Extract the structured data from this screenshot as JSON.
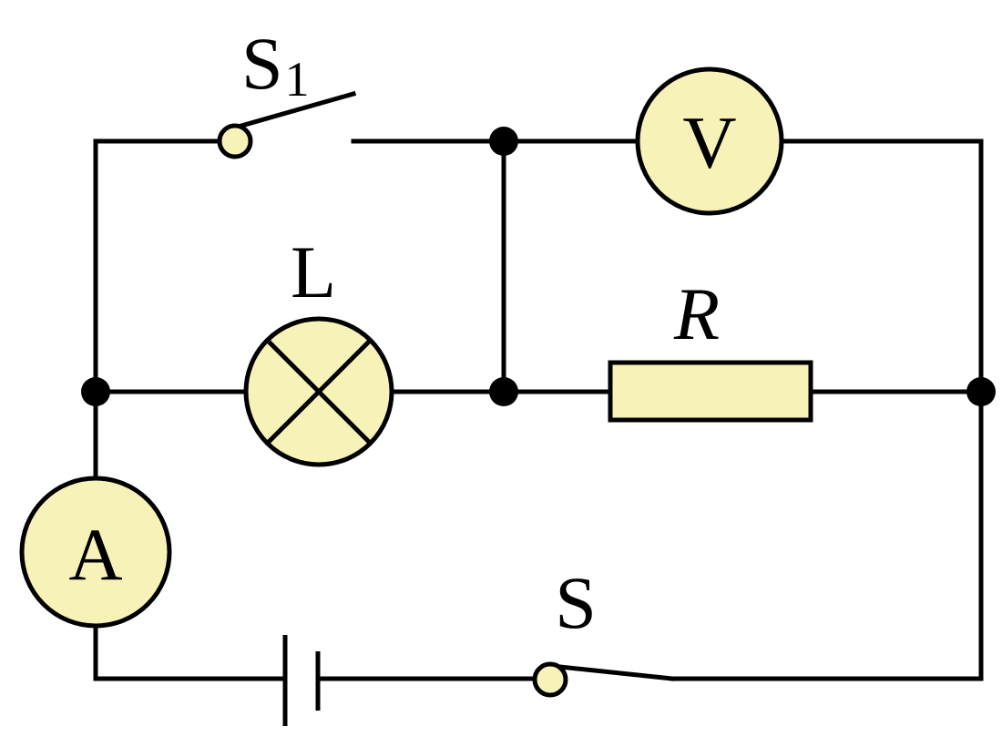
{
  "labels": {
    "switch_s1": "S",
    "switch_s1_sub": "1",
    "lamp": "L",
    "resistor": "R",
    "switch_s": "S",
    "voltmeter": "V",
    "ammeter": "A"
  },
  "colors": {
    "component_fill": "#f7f3b8",
    "wire": "#000000"
  }
}
